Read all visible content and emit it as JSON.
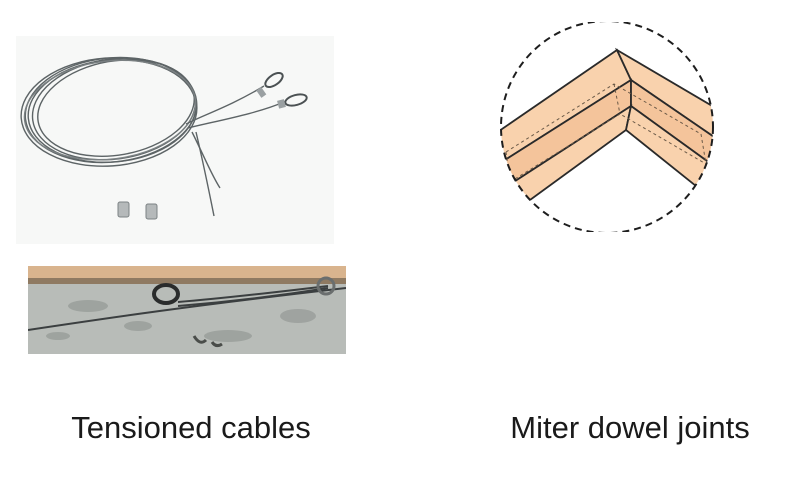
{
  "captions": {
    "left": "Tensioned cables",
    "right": "Miter dowel joints"
  },
  "colors": {
    "wood_fill": "#f9d2ad",
    "wood_edge": "#2a2a2a",
    "cable": "#5d6466",
    "concrete": "#b8bcb8",
    "wood_strip": "#d9b48e"
  },
  "figures": {
    "left_top": "cable-loops-with-eye-loops-and-ferrules",
    "left_bottom": "cable-anchor-on-concrete",
    "right": "mitered-corner-detail-in-dashed-circle"
  }
}
